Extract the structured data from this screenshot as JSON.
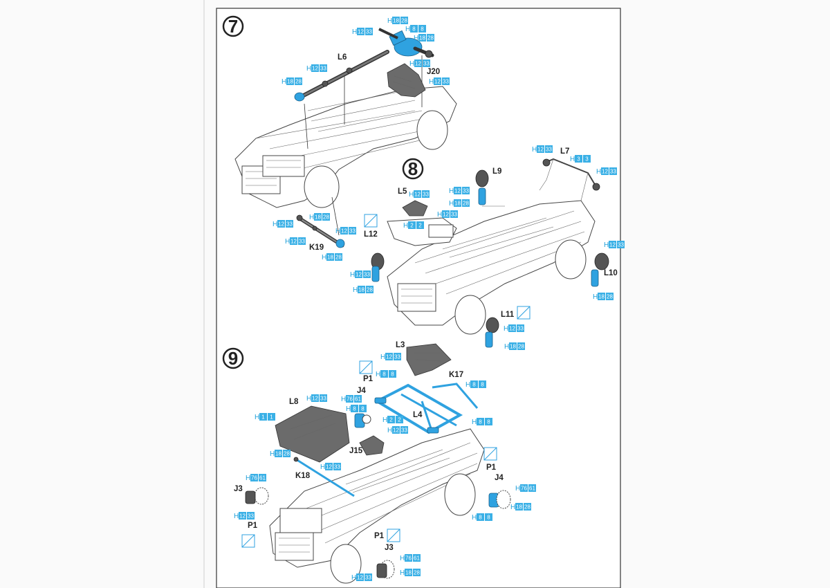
{
  "steps": [
    "7",
    "8",
    "9"
  ],
  "colors": {
    "paint_blue": "#3ab0e6",
    "part_gray": "#6b6b6b",
    "outline": "#333333"
  },
  "step7": {
    "parts": [
      "L6",
      "J20",
      "K19"
    ],
    "paint_codes": [
      [
        "H",
        "18",
        "28"
      ],
      [
        "H",
        "12",
        "33"
      ],
      [
        "H",
        "8",
        "8"
      ],
      [
        "H",
        "18",
        "28"
      ],
      [
        "H",
        "12",
        "33"
      ],
      [
        "H",
        "12",
        "33"
      ],
      [
        "H",
        "12",
        "33"
      ],
      [
        "H",
        "18",
        "28"
      ],
      [
        "H",
        "12",
        "33"
      ],
      [
        "H",
        "18",
        "28"
      ],
      [
        "H",
        "12",
        "33"
      ],
      [
        "H",
        "12",
        "33"
      ],
      [
        "H",
        "18",
        "28"
      ]
    ]
  },
  "step8": {
    "parts": [
      "L5",
      "L7",
      "L9",
      "L10",
      "L11",
      "L12"
    ],
    "paint_codes": [
      [
        "H",
        "12",
        "33"
      ],
      [
        "H",
        "3",
        "3"
      ],
      [
        "H",
        "12",
        "33"
      ],
      [
        "H",
        "12",
        "33"
      ],
      [
        "H",
        "18",
        "28"
      ],
      [
        "H",
        "12",
        "33"
      ],
      [
        "H",
        "12",
        "33"
      ],
      [
        "H",
        "2",
        "2"
      ],
      [
        "H",
        "12",
        "33"
      ],
      [
        "H",
        "18",
        "28"
      ],
      [
        "H",
        "12",
        "33"
      ],
      [
        "H",
        "18",
        "28"
      ],
      [
        "H",
        "12",
        "33"
      ],
      [
        "H",
        "18",
        "28"
      ]
    ]
  },
  "step9": {
    "parts": [
      "L3",
      "P1",
      "J4",
      "K17",
      "L4",
      "L8",
      "J15",
      "K18",
      "J3",
      "P1",
      "P1",
      "J4",
      "J3"
    ],
    "paint_codes": [
      [
        "H",
        "12",
        "33"
      ],
      [
        "H",
        "8",
        "8"
      ],
      [
        "H",
        "76",
        "61"
      ],
      [
        "H",
        "8",
        "8"
      ],
      [
        "H",
        "8",
        "8"
      ],
      [
        "H",
        "12",
        "33"
      ],
      [
        "H",
        "1",
        "1"
      ],
      [
        "H",
        "2",
        "2"
      ],
      [
        "H",
        "12",
        "33"
      ],
      [
        "H",
        "8",
        "8"
      ],
      [
        "H",
        "18",
        "28"
      ],
      [
        "H",
        "12",
        "33"
      ],
      [
        "H",
        "76",
        "61"
      ],
      [
        "H",
        "12",
        "33"
      ],
      [
        "H",
        "76",
        "61"
      ],
      [
        "H",
        "18",
        "28"
      ],
      [
        "H",
        "8",
        "8"
      ],
      [
        "H",
        "76",
        "61"
      ],
      [
        "H",
        "18",
        "28"
      ],
      [
        "H",
        "12",
        "33"
      ]
    ]
  }
}
